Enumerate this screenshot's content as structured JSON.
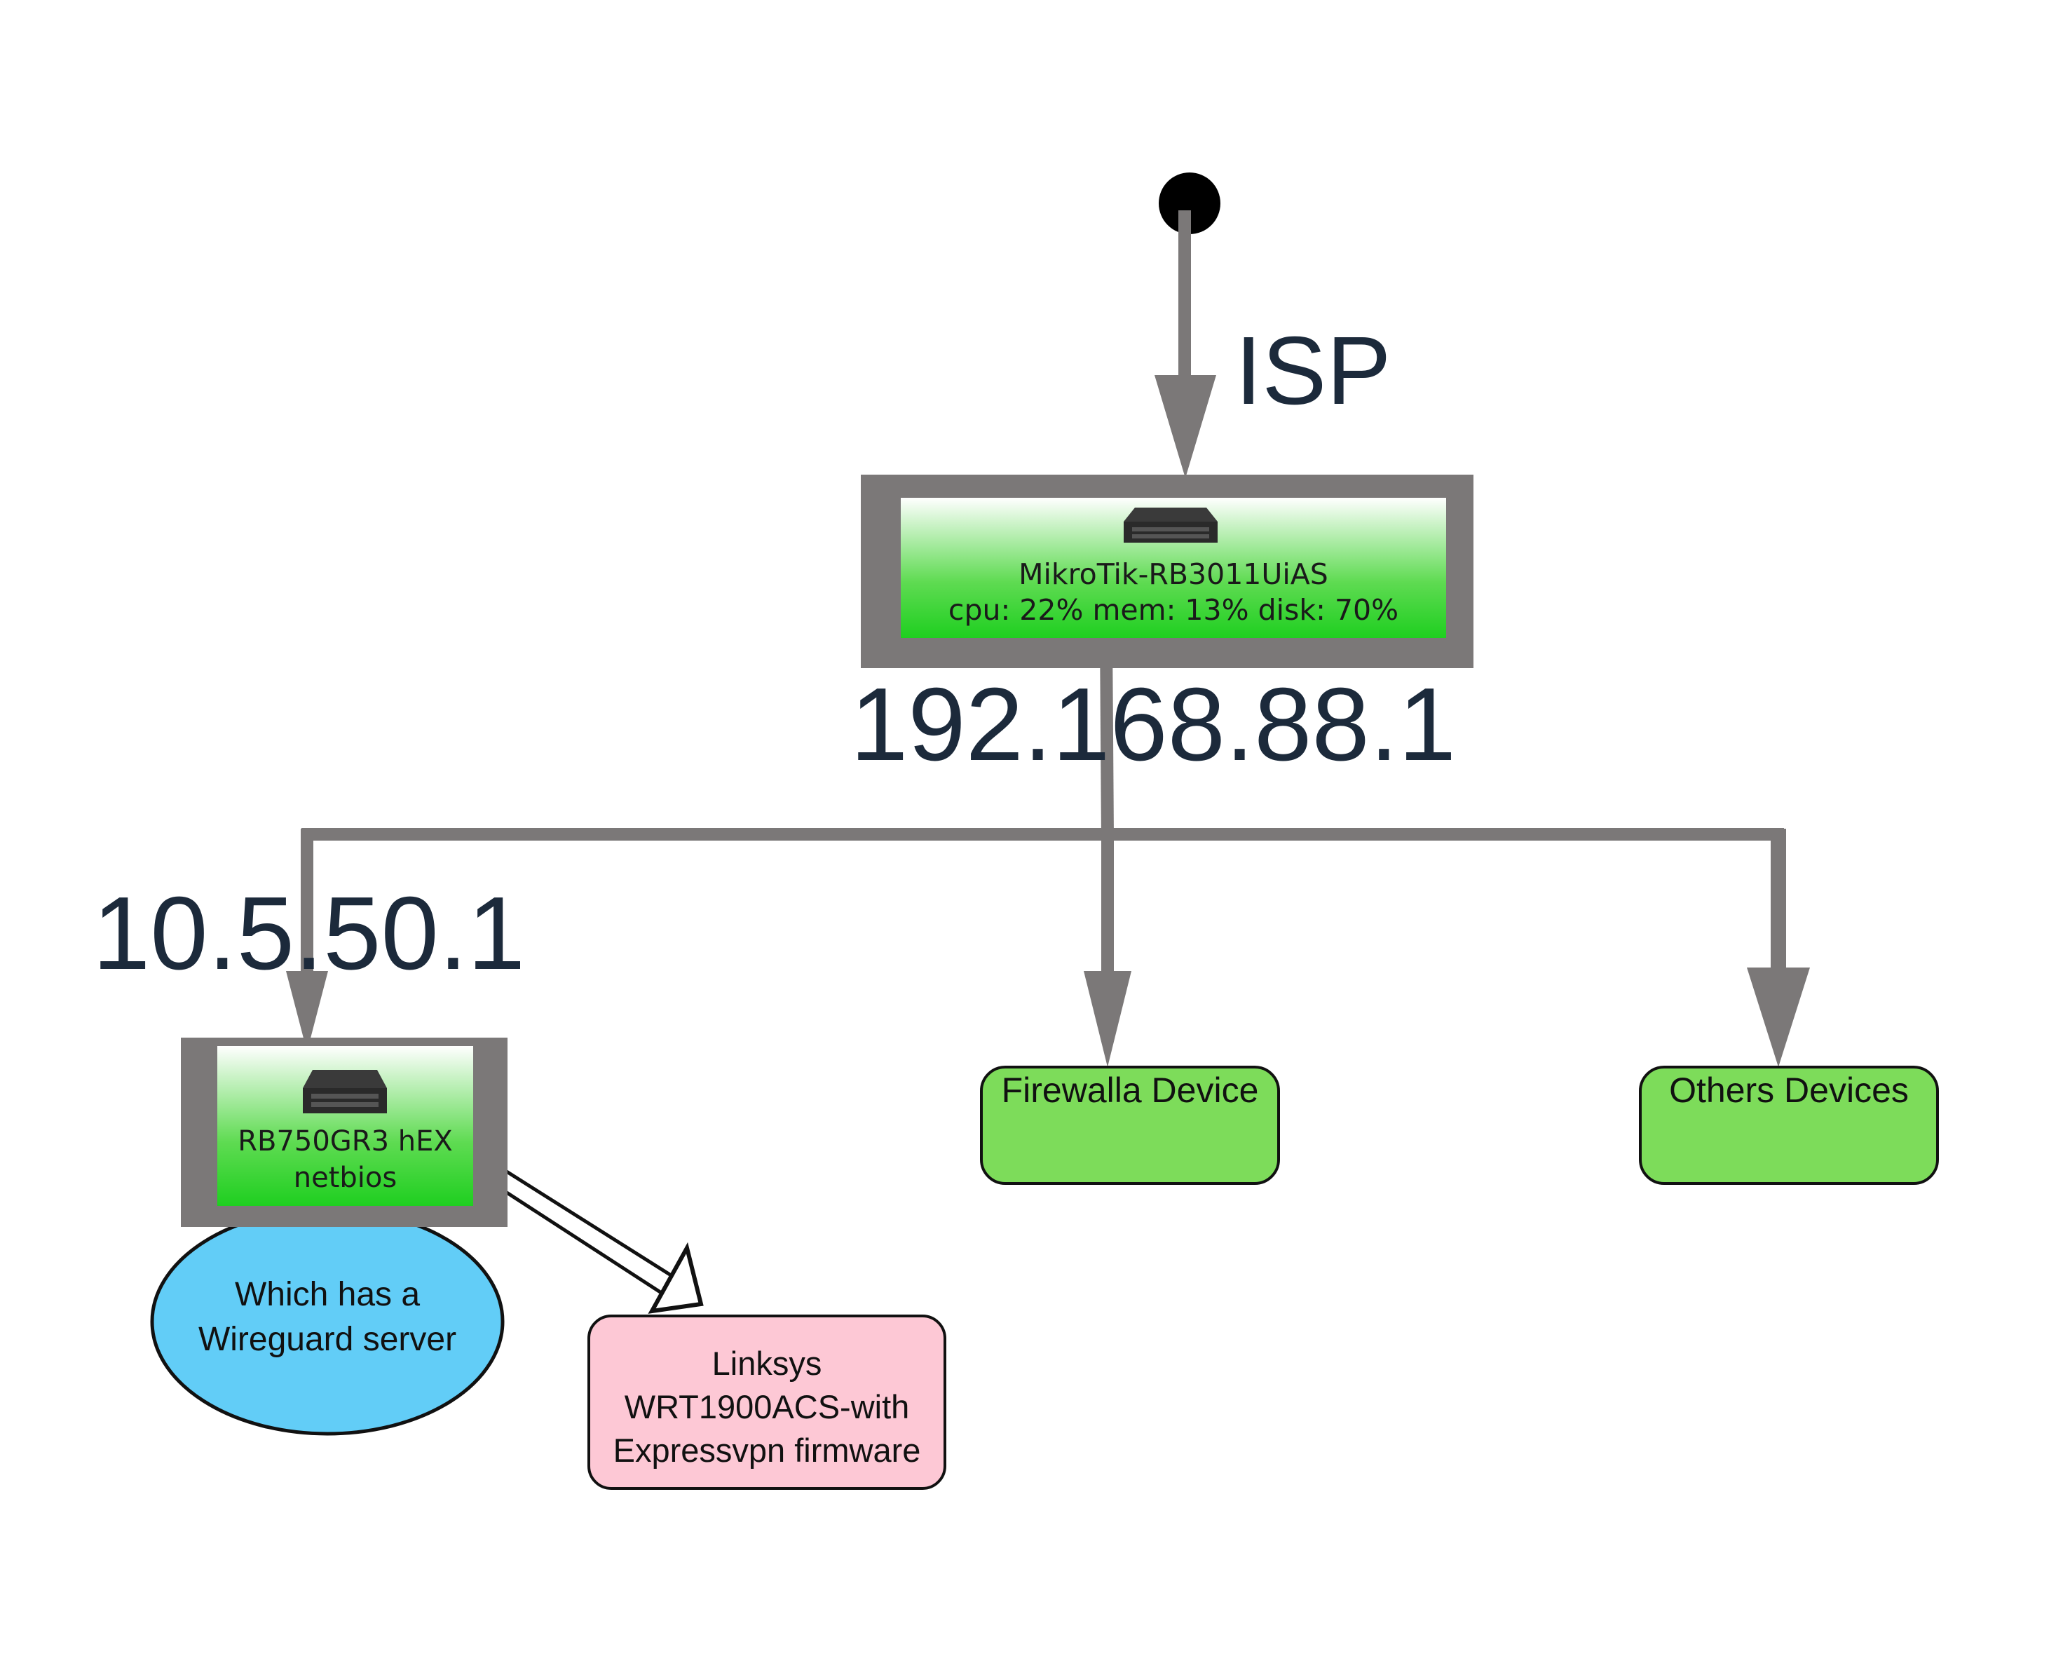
{
  "labels": {
    "isp": "ISP",
    "main_router_ip": "192.168.88.1",
    "sub_router_ip": "10.5.50.1"
  },
  "main_router": {
    "name": "MikroTik-RB3011UiAS",
    "stats": "cpu: 22% mem: 13% disk: 70%"
  },
  "sub_router": {
    "line1": "RB750GR3 hEX",
    "line2": "netbios"
  },
  "nodes": {
    "firewalla": "Firewalla Device",
    "others": "Others Devices",
    "wireguard_line1": "Which has a",
    "wireguard_line2": "Wireguard server",
    "linksys_line1": "Linksys",
    "linksys_line2": "WRT1900ACS-with",
    "linksys_line3": "Expressvpn firmware"
  },
  "colors": {
    "edge": "#7b7878",
    "device_frame": "#7b7878",
    "node_green": "#7ddc5a",
    "node_blue": "#62cdf7",
    "node_pink": "#fdc8d5",
    "text_dark": "#1c2a3b"
  },
  "icons": {
    "router": "router-icon"
  }
}
